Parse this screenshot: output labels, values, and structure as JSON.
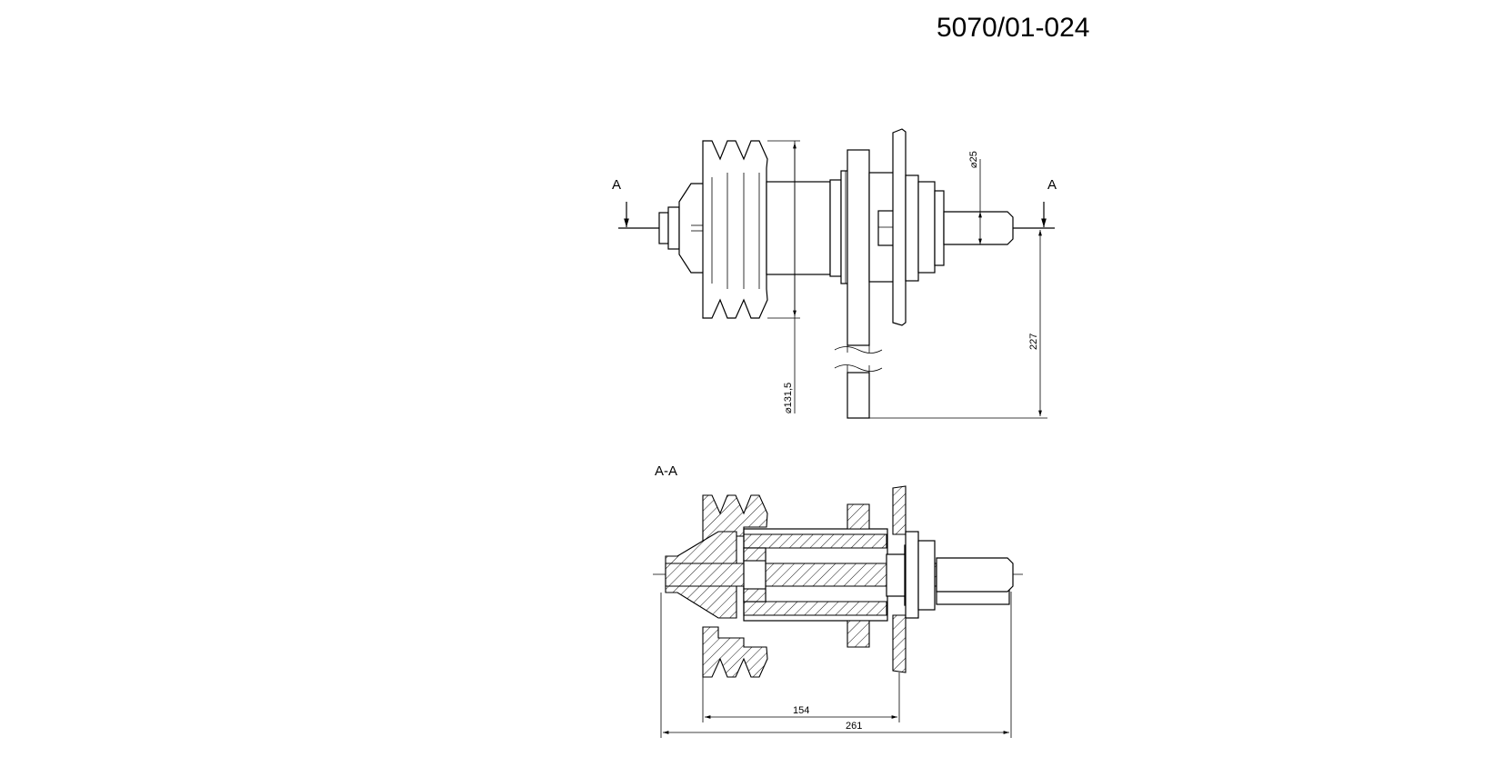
{
  "drawing_number": "5070/01-024",
  "section_marker": "A",
  "section_title": "A-A",
  "dimensions": {
    "shaft_diameter": "⌀25",
    "pulley_diameter": "⌀131,5",
    "height": "227",
    "length_inner": "154",
    "length_overall": "261"
  }
}
